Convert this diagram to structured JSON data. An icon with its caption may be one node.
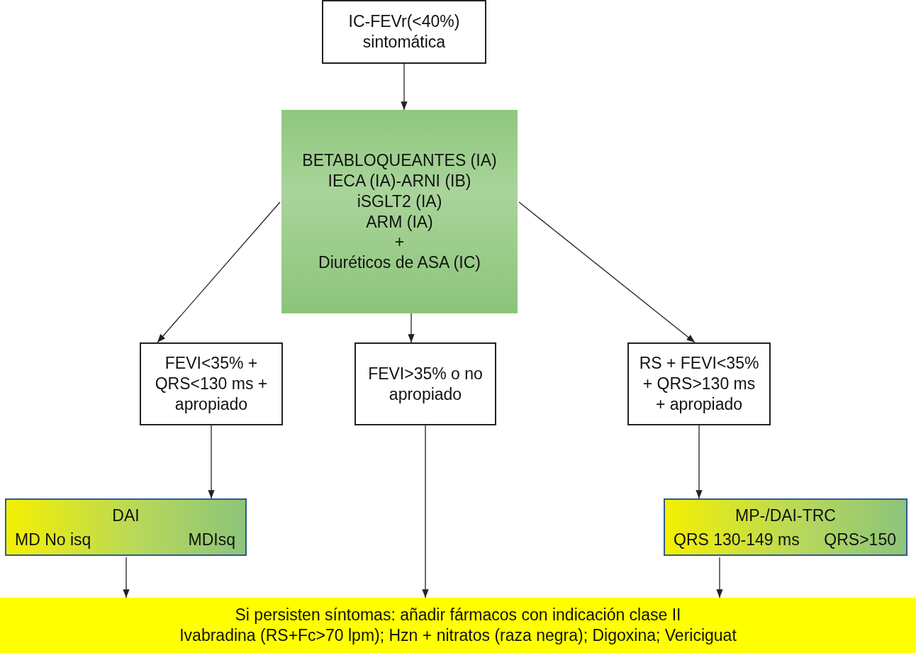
{
  "diagram": {
    "nodes": [
      {
        "text": [
          "IC-FEVr(<40%) sintomática"
        ]
      },
      {
        "text": [
          "BETABLOQUEANTES (IA)",
          "IECA (IA)-ARNI (IB)",
          "iSGLT2 (IA)",
          "ARM (IA)",
          "+",
          "Diuréticos de ASA (IC)"
        ]
      },
      {
        "text": [
          "FEVI<35% + QRS<130 ms + apropiado"
        ]
      },
      {
        "text": [
          "FEVI>35% o no apropiado"
        ]
      },
      {
        "text": [
          "RS + FEVI<35% + QRS>130 ms + apropiado"
        ]
      },
      {
        "text": [
          "DAI",
          "MD No isq",
          "MDIsq"
        ]
      },
      {
        "text": [
          "MP-/DAI-TRC",
          "QRS 130-149 ms",
          "QRS>150"
        ]
      },
      {
        "text": [
          "Si persisten síntomas: añadir fármacos con indicación clase II",
          "Ivabradina (RS+Fc>70 lpm); Hzn + nitratos (raza negra); Digoxina; Vericiguat"
        ]
      }
    ],
    "edges": [
      {
        "from": 0,
        "to": 1,
        "arrow": "to"
      },
      {
        "from": 1,
        "to": 2,
        "arrow": "to"
      },
      {
        "from": 1,
        "to": 3,
        "arrow": "to"
      },
      {
        "from": 1,
        "to": 4,
        "arrow": "to"
      },
      {
        "from": 2,
        "to": 5,
        "arrow": "to"
      },
      {
        "from": 3,
        "to": 7,
        "arrow": "to"
      },
      {
        "from": 4,
        "to": 6,
        "arrow": "to"
      },
      {
        "from": 5,
        "to": 7,
        "arrow": "to"
      },
      {
        "from": 6,
        "to": 7,
        "arrow": "to"
      }
    ]
  }
}
